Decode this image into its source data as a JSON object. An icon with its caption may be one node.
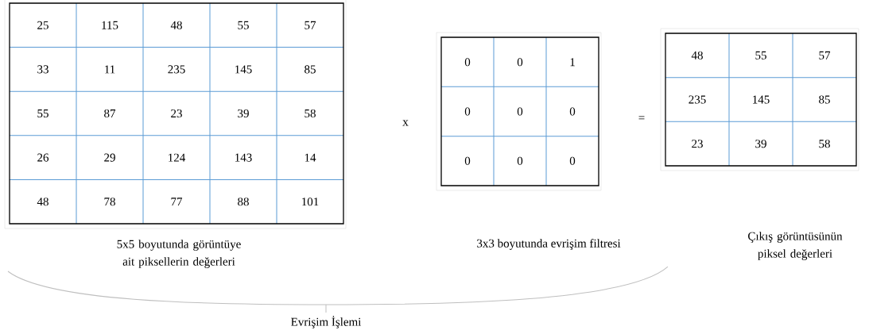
{
  "diagram": {
    "labels": [
      "25",
      "115",
      "48",
      "55",
      "57",
      "33",
      "11",
      "235",
      "145",
      "85",
      "55",
      "87",
      "23",
      "39",
      "58",
      "26",
      "29",
      "124",
      "143",
      "14",
      "48",
      "78",
      "77",
      "88",
      "101",
      "5x5 boyutunda görüntüye ait piksellerin değerleri",
      "x",
      "0",
      "0",
      "1",
      "0",
      "0",
      "0",
      "0",
      "0",
      "0",
      "3x3 boyutunda evrişim filtresi",
      "=",
      "48",
      "55",
      "57",
      "235",
      "145",
      "85",
      "23",
      "39",
      "58",
      "Çıkış görüntüsünün piksel değerleri",
      "Evrişim İşlemi"
    ]
  }
}
